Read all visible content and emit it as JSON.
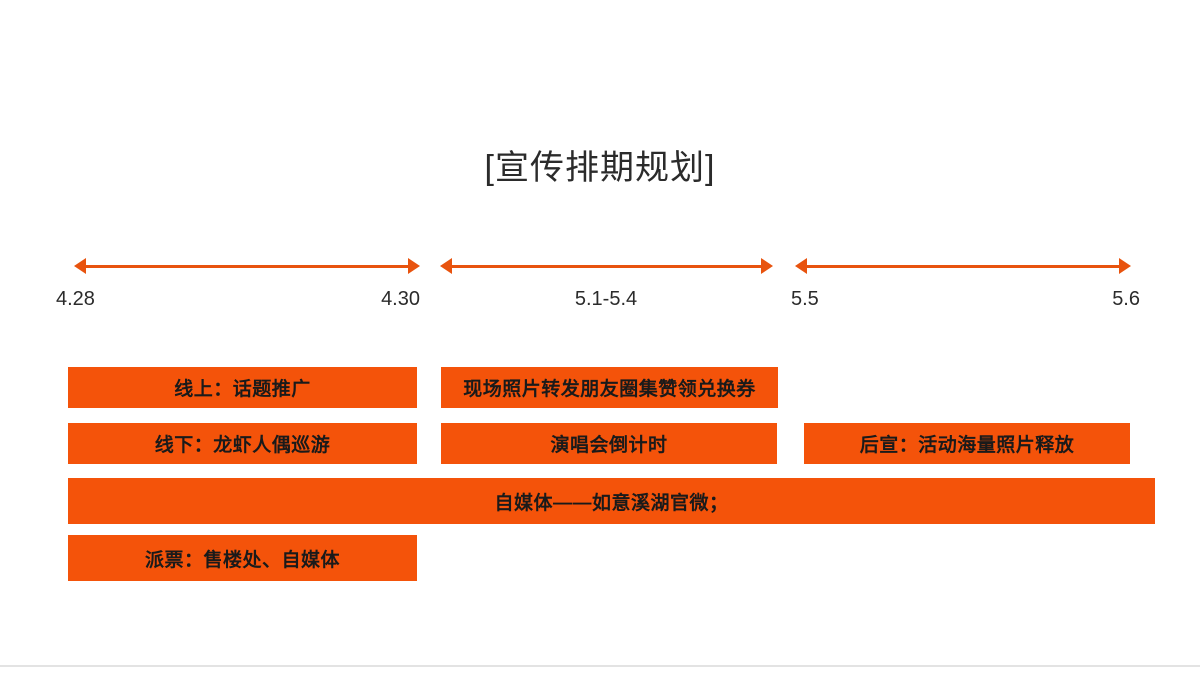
{
  "slide": {
    "title": "[宣传排期规划]",
    "background_color": "#ffffff",
    "accent_color": "#F4530A",
    "arrow_color": "#E8530E"
  },
  "timeline": {
    "segments": [
      {
        "id": "seg-1",
        "start_label": "4.28",
        "end_label": "4.30",
        "center_label": "",
        "label_mode": "endpoints"
      },
      {
        "id": "seg-2",
        "start_label": "",
        "end_label": "",
        "center_label": "5.1-5.4",
        "label_mode": "center"
      },
      {
        "id": "seg-3",
        "start_label": "5.5",
        "end_label": "5.6",
        "center_label": "",
        "label_mode": "endpoints"
      }
    ]
  },
  "bars": [
    {
      "id": "bar-online-topic",
      "label": "线上：话题推广"
    },
    {
      "id": "bar-onsite-photo-share",
      "label": "现场照片转发朋友圈集赞领兑换券"
    },
    {
      "id": "bar-offline-parade",
      "label": "线下：龙虾人偶巡游"
    },
    {
      "id": "bar-concert-countdown",
      "label": "演唱会倒计时"
    },
    {
      "id": "bar-post-publicity",
      "label": "后宣：活动海量照片释放"
    },
    {
      "id": "bar-self-media",
      "label": "自媒体——如意溪湖官微；"
    },
    {
      "id": "bar-ticket-distribution",
      "label": "派票：售楼处、自媒体"
    }
  ]
}
